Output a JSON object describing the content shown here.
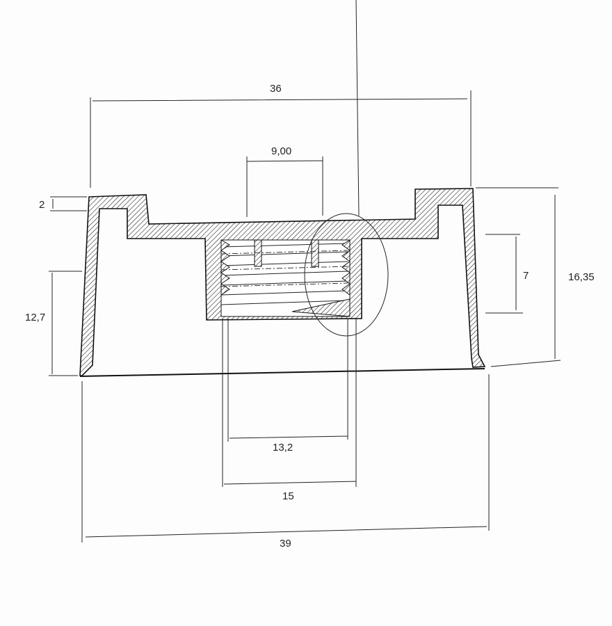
{
  "drawing": {
    "dimensions": {
      "overall_top_width": "36",
      "center_boss_width": "9,00",
      "top_wall_thickness": "2",
      "skirt_height": "12,7",
      "thread_height": "7",
      "total_height": "16,35",
      "thread_inner_diameter": "13,2",
      "thread_outer_diameter": "15",
      "overall_bottom_width": "39"
    }
  }
}
